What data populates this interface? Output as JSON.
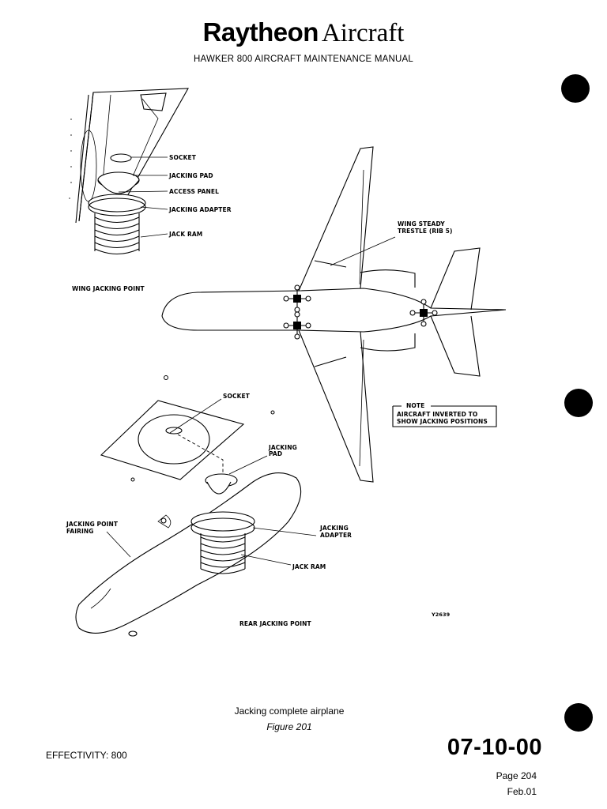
{
  "header": {
    "brand_logo": "Raytheon",
    "brand_word": "Aircraft",
    "manual_title": "HAWKER 800 AIRCRAFT MAINTENANCE MANUAL"
  },
  "diagram": {
    "wing_detail": {
      "callouts": [
        "SOCKET",
        "JACKING PAD",
        "ACCESS PANEL",
        "JACKING ADAPTER",
        "JACK RAM"
      ],
      "title": "WING JACKING POINT"
    },
    "airplane": {
      "trestle_line1": "WING STEADY",
      "trestle_line2": "TRESTLE (RIB 5)"
    },
    "note": {
      "heading": "NOTE",
      "line1": "AIRCRAFT INVERTED TO",
      "line2": "SHOW JACKING POSITIONS"
    },
    "rear_detail": {
      "socket": "SOCKET",
      "pad_line1": "JACKING",
      "pad_line2": "PAD",
      "fairing_line1": "JACKING POINT",
      "fairing_line2": "FAIRING",
      "adapter_line1": "JACKING",
      "adapter_line2": "ADAPTER",
      "jack_ram": "JACK RAM",
      "title": "REAR JACKING POINT"
    },
    "drawing_ref": "Y2639"
  },
  "figure": {
    "caption": "Jacking complete airplane",
    "number": "Figure 201"
  },
  "footer": {
    "effectivity": "EFFECTIVITY: 800",
    "section": "07-10-00",
    "page": "Page 204",
    "date": "Feb.01"
  }
}
